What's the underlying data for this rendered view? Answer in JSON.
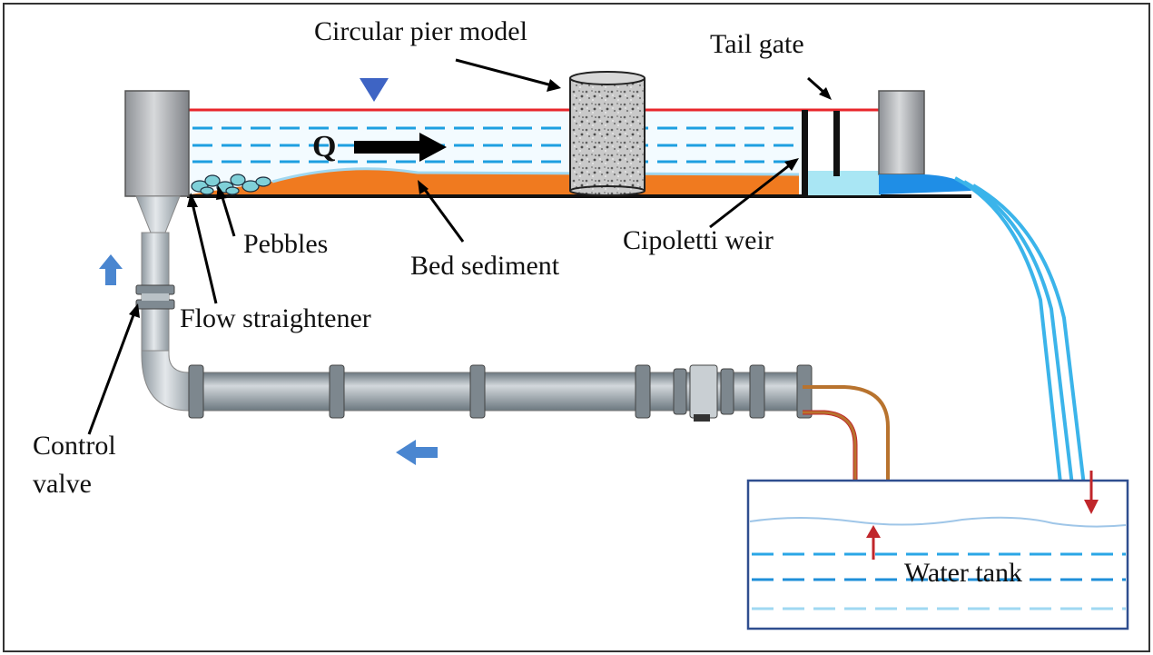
{
  "labels": {
    "circular_pier_model": "Circular pier model",
    "tail_gate": "Tail gate",
    "q": "Q",
    "pebbles": "Pebbles",
    "bed_sediment": "Bed sediment",
    "cipoletti_weir": "Cipoletti weir",
    "flow_straightener": "Flow straightener",
    "control_valve_line1": "Control",
    "control_valve_line2": "valve",
    "water_tank": "Water tank"
  },
  "colors": {
    "water_line": "#e8262b",
    "water_dashes": "#1e9fe0",
    "sediment": "#f07a1f",
    "tank_border": "#2f4e8f",
    "flow_arrow": "#4a86d0",
    "return_arrow": "#c0262b",
    "pipe": "#9aa5ad",
    "outflow": "#3bb4ea",
    "suction_pipe": "#b8732e"
  }
}
